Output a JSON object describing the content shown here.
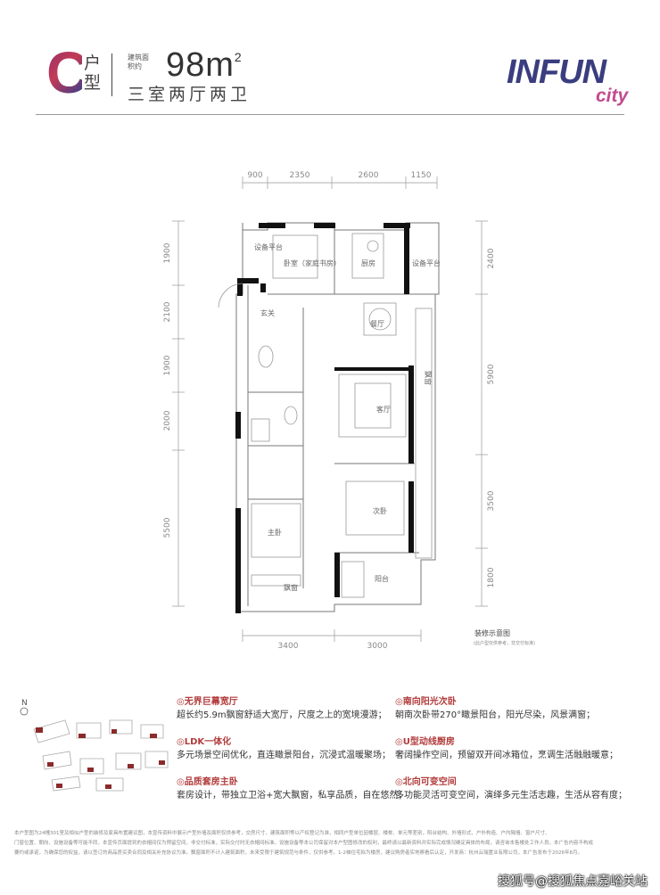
{
  "header": {
    "unit_letter": "C",
    "unit_type": "户型",
    "area_label": "建筑面积约",
    "area_value": "98m",
    "area_unit_sup": "2",
    "layout": "三室两厅两卫"
  },
  "brand": {
    "line1": "INFUN",
    "line2": "city"
  },
  "plan": {
    "top_dims": [
      "900",
      "2350",
      "2600",
      "1150"
    ],
    "bottom_dims": [
      "3400",
      "3000"
    ],
    "left_dims": [
      "1900",
      "2100",
      "1900",
      "2000",
      "5500"
    ],
    "right_dims": [
      "2400",
      "5900",
      "3500",
      "1800"
    ],
    "rooms": {
      "equipment_left": "设备平台",
      "bedroom_north": "卧室（家庭书房）",
      "kitchen": "厨房",
      "equipment_right": "设备平台",
      "entry": "玄关",
      "dining": "餐厅",
      "bay_window_right": "飘窗",
      "living": "客厅",
      "bedroom_south": "次卧",
      "master": "主卧",
      "bay_window_bottom": "飘窗",
      "balcony": "阳台"
    },
    "caption": "装修示意图",
    "caption_sub": "(此户型仅供参考，非交付标准)"
  },
  "features": [
    {
      "title": "◎无界巨幕宽厅",
      "desc": "超长约5.9m飘窗舒适大宽厅，尺度之上的宽境漫游；"
    },
    {
      "title": "◎南向阳光次卧",
      "desc": "朝南次卧带270°瞰景阳台，阳光尽染，风景满窗；"
    },
    {
      "title": "◎LDK一体化",
      "desc": "多元场景空间优化，直连瞰景阳台，沉浸式温暖聚场；"
    },
    {
      "title": "◎U型动线厨房",
      "desc": "奢阔操作空间，预留双开间冰箱位，烹调生活融融暖意；"
    },
    {
      "title": "◎品质套房主卧",
      "desc": "套房设计，带独立卫浴+宽大飘窗，私享品质，自在悠然；"
    },
    {
      "title": "◎北向可变空间",
      "desc": "多功能灵活可变空间，演绎多元生活志趣，生活从容有度；"
    }
  ],
  "site_plan": {
    "north_label": "N"
  },
  "disclaimer": [
    "本户型图为24幢301室及相似户型的装修及家具布置建议图，本宣传资料中展示户型外墙及面积仅供参考，交房尺寸、建筑面积等以产权登记为准，相同户型单位因楼层、楼栋、单元等差别，阳台结构、外墙形式、户外构造、户内隔墙、窗户尺寸、",
    "门窗位置、朝向、设施设备等可能不同，本宣传页面提到的衣帽间仅为预留空间，非交付标准，实际交付时无衣帽间标准。设施设备等本公司保留对本户型图修改的权利，最终请以最新资料并实际完成情况确定具体的布局，请咨询本售楼处工作人员。本广告内容不构成",
    "要约或承诺，为确保您的权益，请以签订的商品房买卖合同及相关补充协议为准。飘窗面积不计入建筑面积，未来受限于建筑规范与条件，仅供参考。1-2梯住宅拟为楼房，建议购房者实地察看后认定，开发商：杭州云瑞置业有限公司，本广告发布于2026年8月。"
  ],
  "watermark": "搜狐号@搜狐焦点嘉峪关站",
  "colors": {
    "accent_red": "#b23b3b",
    "brand_blue": "#3a3d7f",
    "brand_pink": "#c24a8e",
    "wall": "#111111"
  }
}
